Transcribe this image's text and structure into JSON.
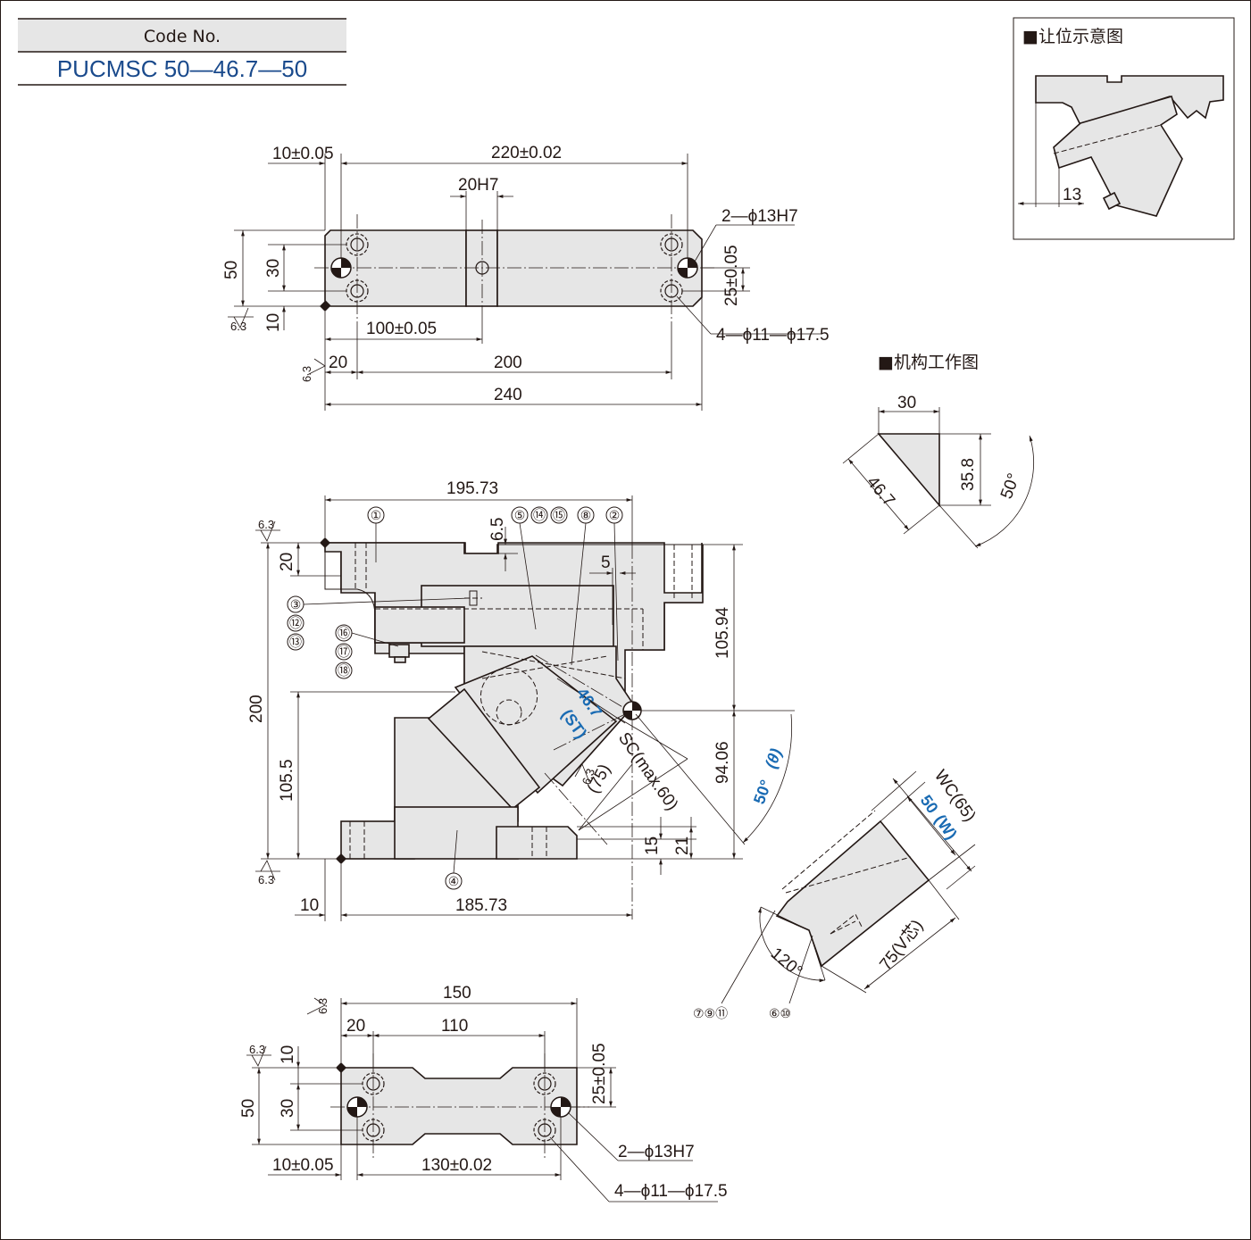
{
  "code_box": {
    "header": "Code No.",
    "value": "PUCMSC 50—46.7—50"
  },
  "clearance_inset": {
    "title": "■让位示意图",
    "dim": "13"
  },
  "mechanism_inset": {
    "title": "■机构工作图",
    "dims": [
      "30",
      "46.7",
      "35.8",
      "50°"
    ]
  },
  "top_view": {
    "dims": {
      "tol_left": "10±0.05",
      "tol_span": "220±0.02",
      "slot": "20H7",
      "height_50": "50",
      "height_30": "30",
      "height_10": "10",
      "tol_half": "25±0.05",
      "tol_center": "100±0.05",
      "pitch_20": "20",
      "pitch_200": "200",
      "length_240": "240",
      "rough_1": "6.3",
      "rough_2": "6.3"
    },
    "callouts": [
      "2—ϕ13H7",
      "4—ϕ11—ϕ17.5"
    ]
  },
  "front_view": {
    "dims": {
      "top_width": "195.73",
      "step_65": "6.5",
      "step_5": "5",
      "h_20": "20",
      "h_200": "200",
      "h_1055": "105.5",
      "h_10594": "105.94",
      "h_9406": "94.06",
      "h_15": "15",
      "h_21": "21",
      "w_10": "10",
      "w_18573": "185.73",
      "sc_label": "SC(max.60)",
      "v_75": "(75)",
      "st_val": "46.7",
      "st_label": "(ST)",
      "angle": "50°",
      "angle_sym": "(θ)",
      "rough_a": "6.3",
      "rough_b": "6.3",
      "rough_c": "6.3"
    },
    "part_numbers": [
      "①",
      "②",
      "③",
      "⑫",
      "⑬",
      "④",
      "⑤",
      "⑭",
      "⑮",
      "⑧",
      "⑯",
      "⑰",
      "⑱"
    ]
  },
  "cam_detail": {
    "dims": [
      "WC(65)",
      "50",
      "(W)",
      "75(V芯)",
      "120°"
    ],
    "part_numbers": [
      "⑦⑨⑪",
      "⑥⑩"
    ]
  },
  "bottom_view": {
    "dims": {
      "w_150": "150",
      "w_20": "20",
      "w_110": "110",
      "h_10": "10",
      "h_50": "50",
      "h_30": "30",
      "tol_half": "25±0.05",
      "tol_left": "10±0.05",
      "tol_span": "130±0.02",
      "rough_a": "6.3",
      "rough_b": "6.3"
    },
    "callouts": [
      "2—ϕ13H7",
      "4—ϕ11—ϕ17.5"
    ]
  },
  "colors": {
    "part_fill": "#e6e6e6",
    "line": "#231815",
    "accent": "#1a6bb3"
  }
}
